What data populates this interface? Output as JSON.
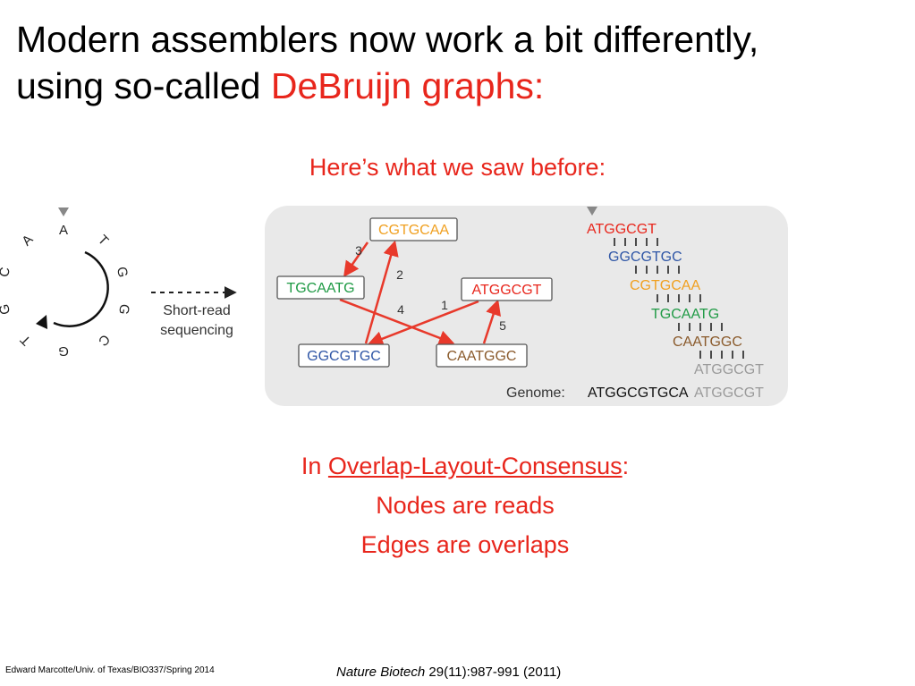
{
  "title": {
    "line1": "Modern assemblers now work a bit differently,",
    "line2_prefix": "using so-called ",
    "line2_accent": "DeBruijn graphs:"
  },
  "subhead": "Here’s what we saw before:",
  "diagram": {
    "circle_letters": [
      "A",
      "T",
      "G",
      "G",
      "C",
      "G",
      "T",
      "G",
      "C",
      "A"
    ],
    "arrow_label_line1": "Short-read",
    "arrow_label_line2": "sequencing",
    "nodes": [
      {
        "id": "CGTGCAA",
        "label": "CGTGCAA",
        "color": "#f0a020"
      },
      {
        "id": "TGCAATG",
        "label": "TGCAATG",
        "color": "#1f9a45"
      },
      {
        "id": "ATGGCGT",
        "label": "ATGGCGT",
        "color": "#e8261c"
      },
      {
        "id": "GGCGTGC",
        "label": "GGCGTGC",
        "color": "#2f56a6"
      },
      {
        "id": "CAATGGC",
        "label": "CAATGGC",
        "color": "#8a5a2b"
      }
    ],
    "edge_labels": [
      "1",
      "2",
      "3",
      "4",
      "5"
    ],
    "alignment": [
      {
        "seq": "ATGGCGT",
        "color": "#e8261c"
      },
      {
        "seq": "GGCGTGC",
        "color": "#2f56a6"
      },
      {
        "seq": "CGTGCAA",
        "color": "#f0a020"
      },
      {
        "seq": "TGCAATG",
        "color": "#1f9a45"
      },
      {
        "seq": "CAATGGC",
        "color": "#8a5a2b"
      },
      {
        "seq": "ATGGCGT",
        "color": "#9a9a9a"
      }
    ],
    "genome_label": "Genome:",
    "genome_main": "ATGGCGTGCA",
    "genome_gray": "ATGGCGT",
    "edge_color": "#e8392b"
  },
  "summary": {
    "line1_prefix": "In ",
    "line1_link": "Overlap-Layout-Consensus",
    "line1_suffix": ":",
    "line2": "Nodes are reads",
    "line3": "Edges are overlaps"
  },
  "footer": {
    "left": "Edward Marcotte/Univ. of Texas/BIO337/Spring 2014",
    "journal": "Nature Biotech",
    "citation": " 29(11):987-991 (2011)"
  }
}
